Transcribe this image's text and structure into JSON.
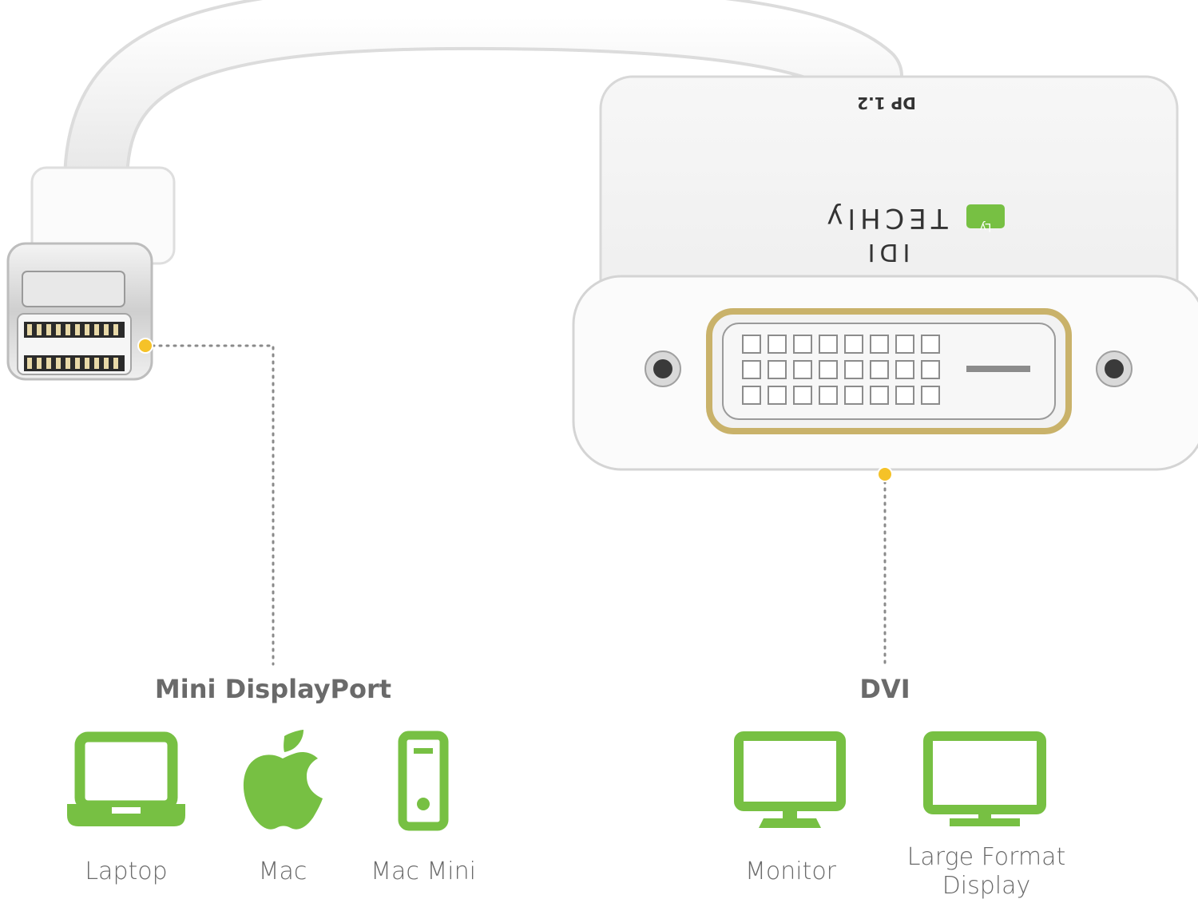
{
  "product": {
    "body_print": "DP 1.2",
    "brand": "TECHly",
    "badge_text": "Ly",
    "dvi_mark": "IDI"
  },
  "sections": [
    {
      "heading": "Mini DisplayPort",
      "devices": [
        {
          "label": "Laptop",
          "icon": "laptop-icon"
        },
        {
          "label": "Mac",
          "icon": "apple-icon"
        },
        {
          "label": "Mac Mini",
          "icon": "mac-mini-icon"
        }
      ]
    },
    {
      "heading": "DVI",
      "devices": [
        {
          "label": "Monitor",
          "icon": "monitor-icon"
        },
        {
          "label_line1": "Large Format",
          "label_line2": "Display",
          "icon": "large-display-icon"
        }
      ]
    }
  ],
  "colors": {
    "accent_green": "#77c043",
    "text_gray": "#6a6a6a",
    "marker_yellow": "#f5c228",
    "leader_gray": "#8a8a8a"
  }
}
